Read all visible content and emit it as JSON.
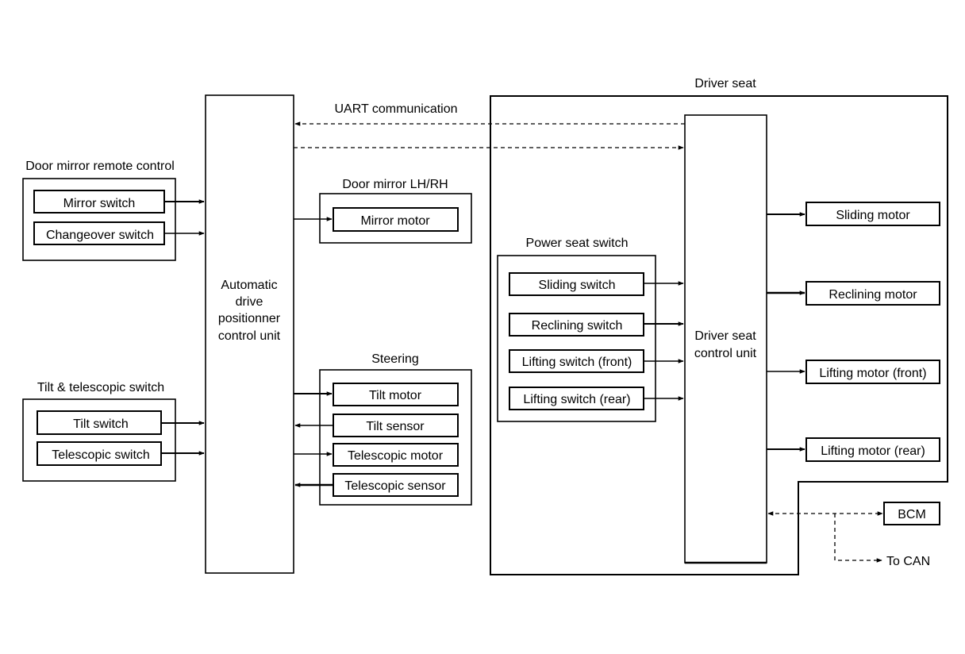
{
  "driver_seat": {
    "title": "Driver seat",
    "control_unit_line1": "Driver seat",
    "control_unit_line2": "control unit",
    "power_seat_switch": {
      "title": "Power seat switch",
      "items": [
        "Sliding switch",
        "Reclining switch",
        "Lifting switch (front)",
        "Lifting switch (rear)"
      ]
    },
    "motors": [
      "Sliding motor",
      "Reclining motor",
      "Lifting motor (front)",
      "Lifting motor (rear)"
    ]
  },
  "uart_label": "UART communication",
  "adp_unit": {
    "line1": "Automatic",
    "line2": "drive",
    "line3": "positionner",
    "line4": "control unit"
  },
  "door_mirror_remote": {
    "title": "Door mirror remote control",
    "items": [
      "Mirror switch",
      "Changeover switch"
    ]
  },
  "door_mirror": {
    "title": "Door mirror LH/RH",
    "items": [
      "Mirror motor"
    ]
  },
  "tilt_telescopic": {
    "title": "Tilt & telescopic switch",
    "items": [
      "Tilt switch",
      "Telescopic switch"
    ]
  },
  "steering": {
    "title": "Steering",
    "items": [
      "Tilt motor",
      "Tilt sensor",
      "Telescopic motor",
      "Telescopic sensor"
    ]
  },
  "bcm_label": "BCM",
  "to_can_label": "To CAN"
}
